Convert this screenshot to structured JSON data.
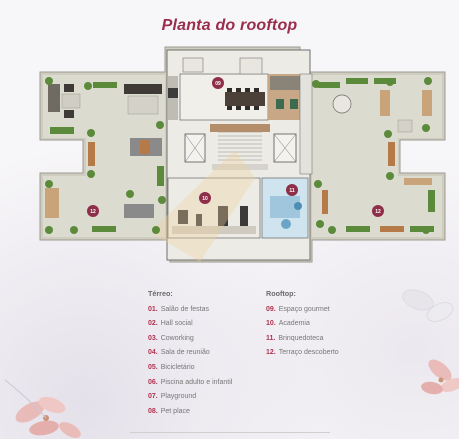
{
  "title": "Planta do rooftop",
  "legend_left": {
    "heading": "Térreo:",
    "items": [
      {
        "num": "01.",
        "label": "Salão de festas"
      },
      {
        "num": "02.",
        "label": "Hall social"
      },
      {
        "num": "03.",
        "label": "Coworking"
      },
      {
        "num": "04.",
        "label": "Sala de reunião"
      },
      {
        "num": "05.",
        "label": "Bicicletário"
      },
      {
        "num": "06.",
        "label": "Piscina adulto e infantil"
      },
      {
        "num": "07.",
        "label": "Playground"
      },
      {
        "num": "08.",
        "label": "Pet place"
      }
    ]
  },
  "legend_right": {
    "heading": "Rooftop:",
    "items": [
      {
        "num": "09.",
        "label": "Espaço gourmet"
      },
      {
        "num": "10.",
        "label": "Academia"
      },
      {
        "num": "11.",
        "label": "Brinquedoteca"
      },
      {
        "num": "12.",
        "label": "Terraço descoberto"
      }
    ]
  },
  "plan_badges": {
    "b09": "09",
    "b10": "10",
    "b11": "11",
    "b12_left": "12",
    "b12_right": "12"
  },
  "colors": {
    "accent": "#9a2d4c",
    "legend_number": "#b0324f",
    "badge": "#8e2f4a",
    "terrace_floor": "#d9d8cb",
    "interior_floor": "#ecebe6",
    "plant": "#5b8a3a"
  }
}
